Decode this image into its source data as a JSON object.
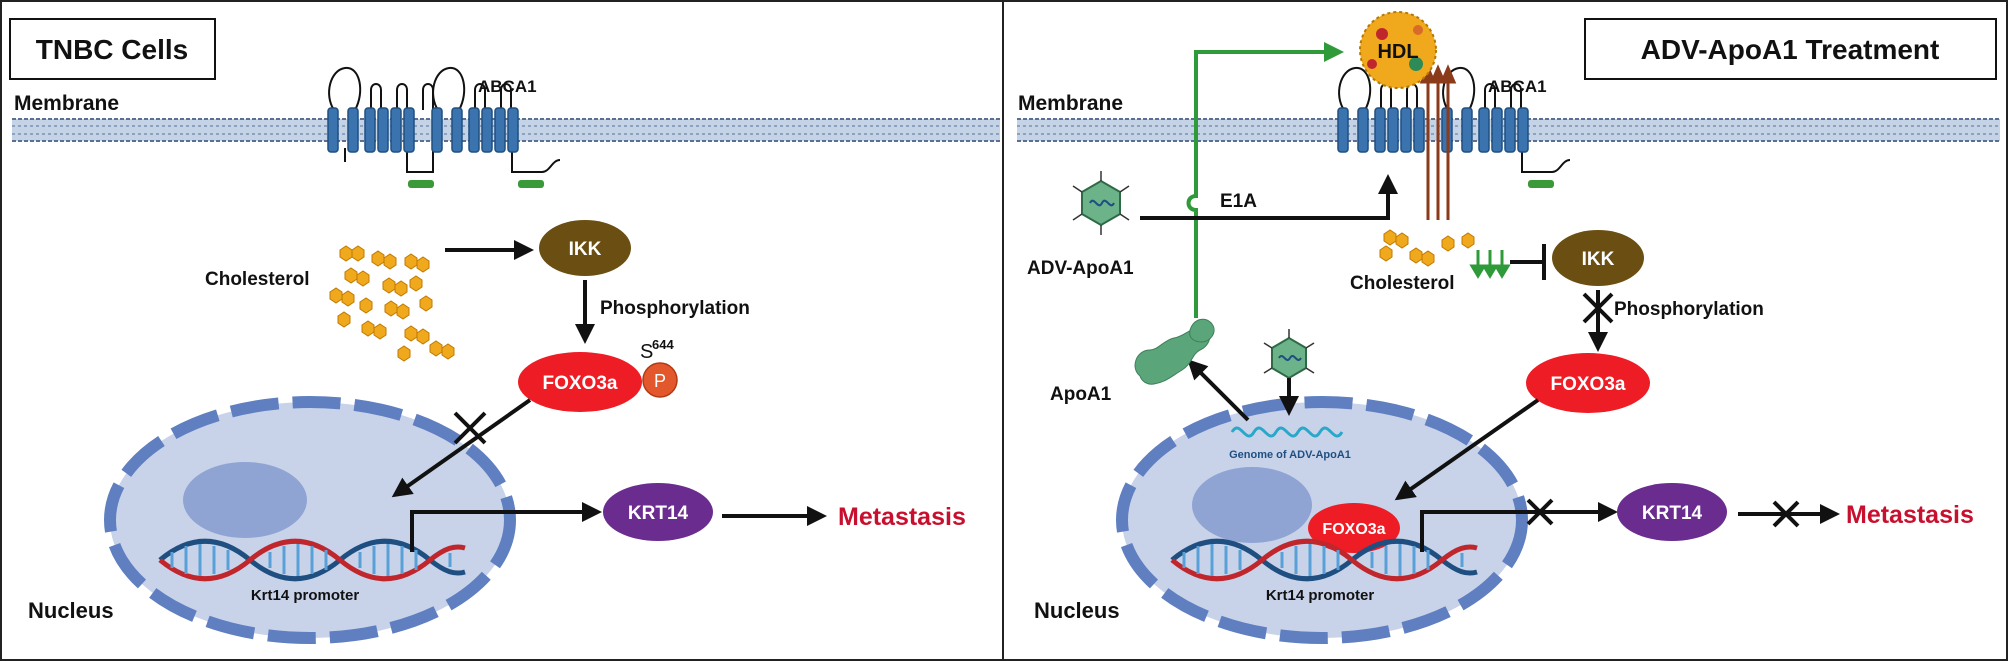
{
  "left": {
    "title": "TNBC Cells",
    "membrane": "Membrane",
    "abca1": "ABCA1",
    "cholesterol": "Cholesterol",
    "ikk": "IKK",
    "phosphorylation": "Phosphorylation",
    "foxo3a": "FOXO3a",
    "site_letter": "S",
    "site_number": "644",
    "phospho": "P",
    "krt14": "KRT14",
    "metastasis": "Metastasis",
    "promoter": "Krt14  promoter",
    "nucleus": "Nucleus"
  },
  "right": {
    "title": "ADV-ApoA1 Treatment",
    "membrane": "Membrane",
    "abca1": "ABCA1",
    "hdl": "HDL",
    "e1a": "E1A",
    "adv": "ADV-ApoA1",
    "cholesterol": "Cholesterol",
    "ikk": "IKK",
    "phosphorylation": "Phosphorylation",
    "foxo3a": "FOXO3a",
    "foxo3a_nuclear": "FOXO3a",
    "apoa1": "ApoA1",
    "genome": "Genome of ADV-ApoA1",
    "krt14": "KRT14",
    "metastasis": "Metastasis",
    "promoter": "Krt14  promoter",
    "nucleus": "Nucleus"
  },
  "colors": {
    "membrane_fill": "#c5d3e6",
    "helix_blue": "#3a73ad",
    "helix_green": "#3a9a3a",
    "ikk": "#6b4f12",
    "foxo3a": "#ee1c25",
    "krt14": "#6a2c8f",
    "metastasis": "#c8102e",
    "nucleus": "#c8d3ea",
    "nucleolus": "#8fa4d3",
    "cholesterol": "#f0a81c",
    "apoa1": "#5aa57a",
    "virus": "#6db38a",
    "green_arrow": "#2f9a3a"
  }
}
